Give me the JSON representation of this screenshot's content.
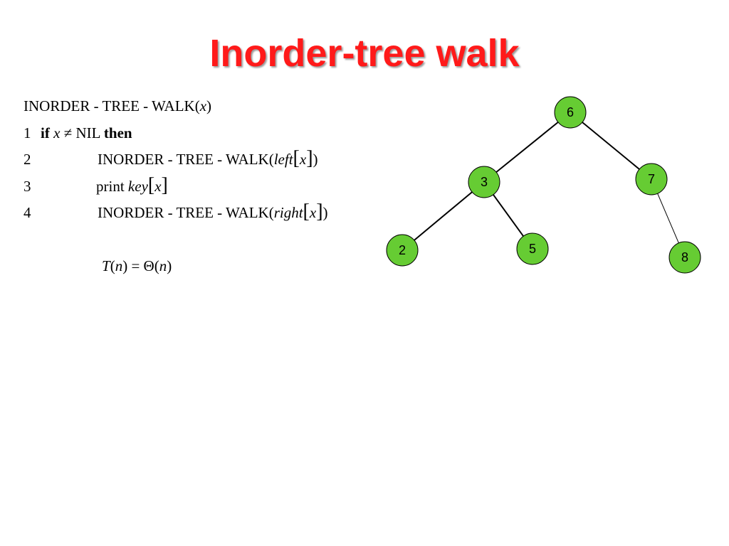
{
  "title": "Inorder-tree walk",
  "algorithm": {
    "header": {
      "proc": "INORDER - TREE - WALK(",
      "arg": "x",
      "close": ")"
    },
    "lines": [
      {
        "num": "1",
        "kw_if": "if",
        "cond_var": "x",
        "neq": "≠",
        "nil": "NIL",
        "kw_then": "then"
      },
      {
        "num": "2",
        "proc": "INORDER - TREE - WALK(",
        "field": "left",
        "lb": "[",
        "var": "x",
        "rb": "]",
        "close": ")"
      },
      {
        "num": "3",
        "print": "print",
        "field": "key",
        "lb": "[",
        "var": "x",
        "rb": "]"
      },
      {
        "num": "4",
        "proc": "INORDER - TREE - WALK(",
        "field": "right",
        "lb": "[",
        "var": "x",
        "rb": "]",
        "close": ")"
      }
    ],
    "complexity": {
      "T": "T",
      "lp": "(",
      "n": "n",
      "rp": ")",
      "eq": " = ",
      "theta": "Θ",
      "lp2": "(",
      "n2": "n",
      "rp2": ")"
    }
  },
  "tree": {
    "node_fill": "#66cc33",
    "nodes": [
      {
        "id": "6",
        "label": "6"
      },
      {
        "id": "3",
        "label": "3"
      },
      {
        "id": "7",
        "label": "7"
      },
      {
        "id": "2",
        "label": "2"
      },
      {
        "id": "5",
        "label": "5"
      },
      {
        "id": "8",
        "label": "8"
      }
    ],
    "edges": [
      {
        "from": "6",
        "to": "3"
      },
      {
        "from": "6",
        "to": "7"
      },
      {
        "from": "3",
        "to": "2"
      },
      {
        "from": "3",
        "to": "5"
      },
      {
        "from": "7",
        "to": "8"
      }
    ]
  }
}
